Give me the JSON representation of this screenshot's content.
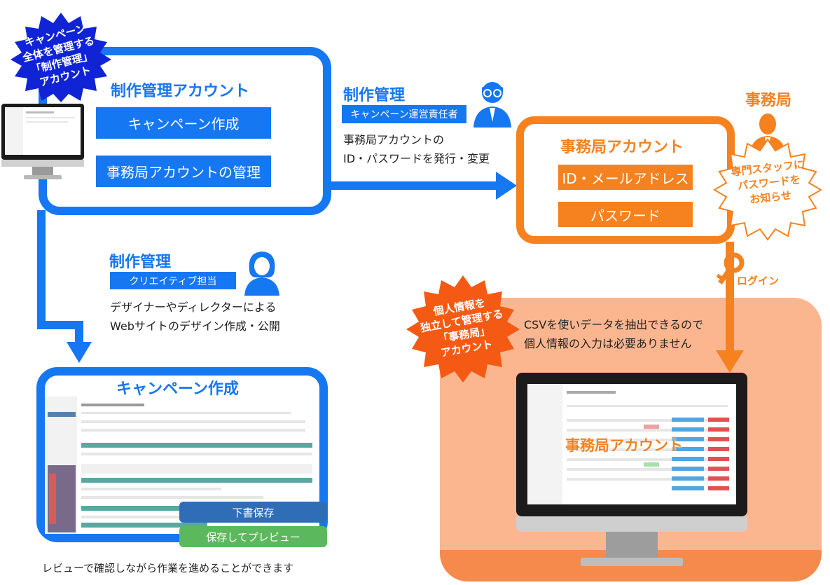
{
  "production": {
    "burst": [
      "キャンペーン",
      "全体を管理する",
      "「制作管理」",
      "アカウント"
    ],
    "title": "制作管理アカウント",
    "btn1": "キャンペーン作成",
    "btn2": "事務局アカウントの管理"
  },
  "manager": {
    "title": "制作管理",
    "tag": "キャンペーン運営責任者",
    "line1": "事務局アカウントの",
    "line2": "ID・パスワードを発行・変更"
  },
  "office": {
    "label": "事務局",
    "title": "事務局アカウント",
    "field1": "ID・メールアドレス",
    "field2": "パスワード",
    "burst": [
      "専門スタッフに",
      "パスワードを",
      "お知らせ"
    ],
    "login": "ログイン"
  },
  "creative": {
    "title": "制作管理",
    "tag": "クリエイティブ担当",
    "line1": "デザイナーやディレクターによる",
    "line2": "Webサイトのデザイン作成・公開"
  },
  "campaign_panel": {
    "title": "キャンペーン作成",
    "save_draft": "下書保存",
    "save_preview": "保存してプレビュー",
    "caption": "レビューで確認しながら作業を進めることができます"
  },
  "personal": {
    "burst": [
      "個人情報を",
      "独立して管理する",
      "「事務局」",
      "アカウント"
    ],
    "line1": "CSVを使いデータを抽出できるので",
    "line2": "個人情報の入力は必要ありません",
    "monitor_label": "事務局アカウント"
  },
  "colors": {
    "blue": "#1677f2",
    "orange": "#f5821f",
    "peach": "#fbb690"
  }
}
